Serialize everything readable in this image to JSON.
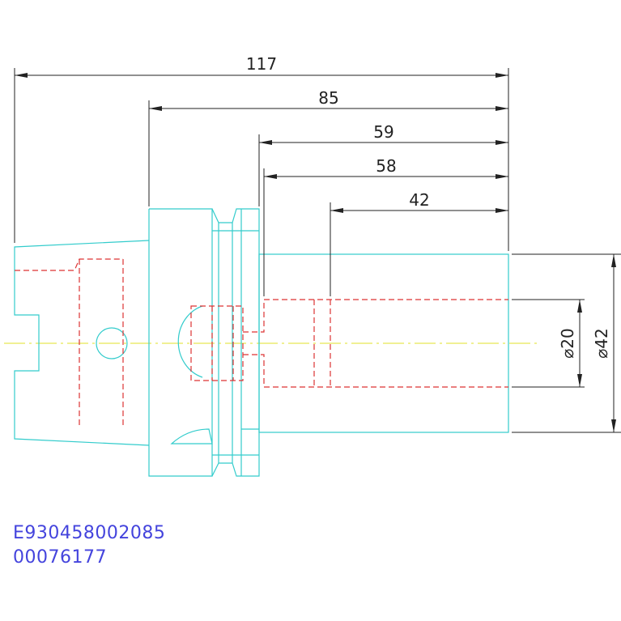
{
  "drawing": {
    "dimensions": {
      "d117": "117",
      "d85": "85",
      "d59": "59",
      "d58": "58",
      "d42": "42",
      "dia20": "⌀20",
      "dia42": "⌀42"
    },
    "part_code": "E930458002085",
    "part_number": "00076177",
    "colors": {
      "outline": "#33cccc",
      "hidden": "#dd3333",
      "centerline": "#e8e855",
      "dimension": "#222222",
      "text": "#4444dd"
    }
  }
}
